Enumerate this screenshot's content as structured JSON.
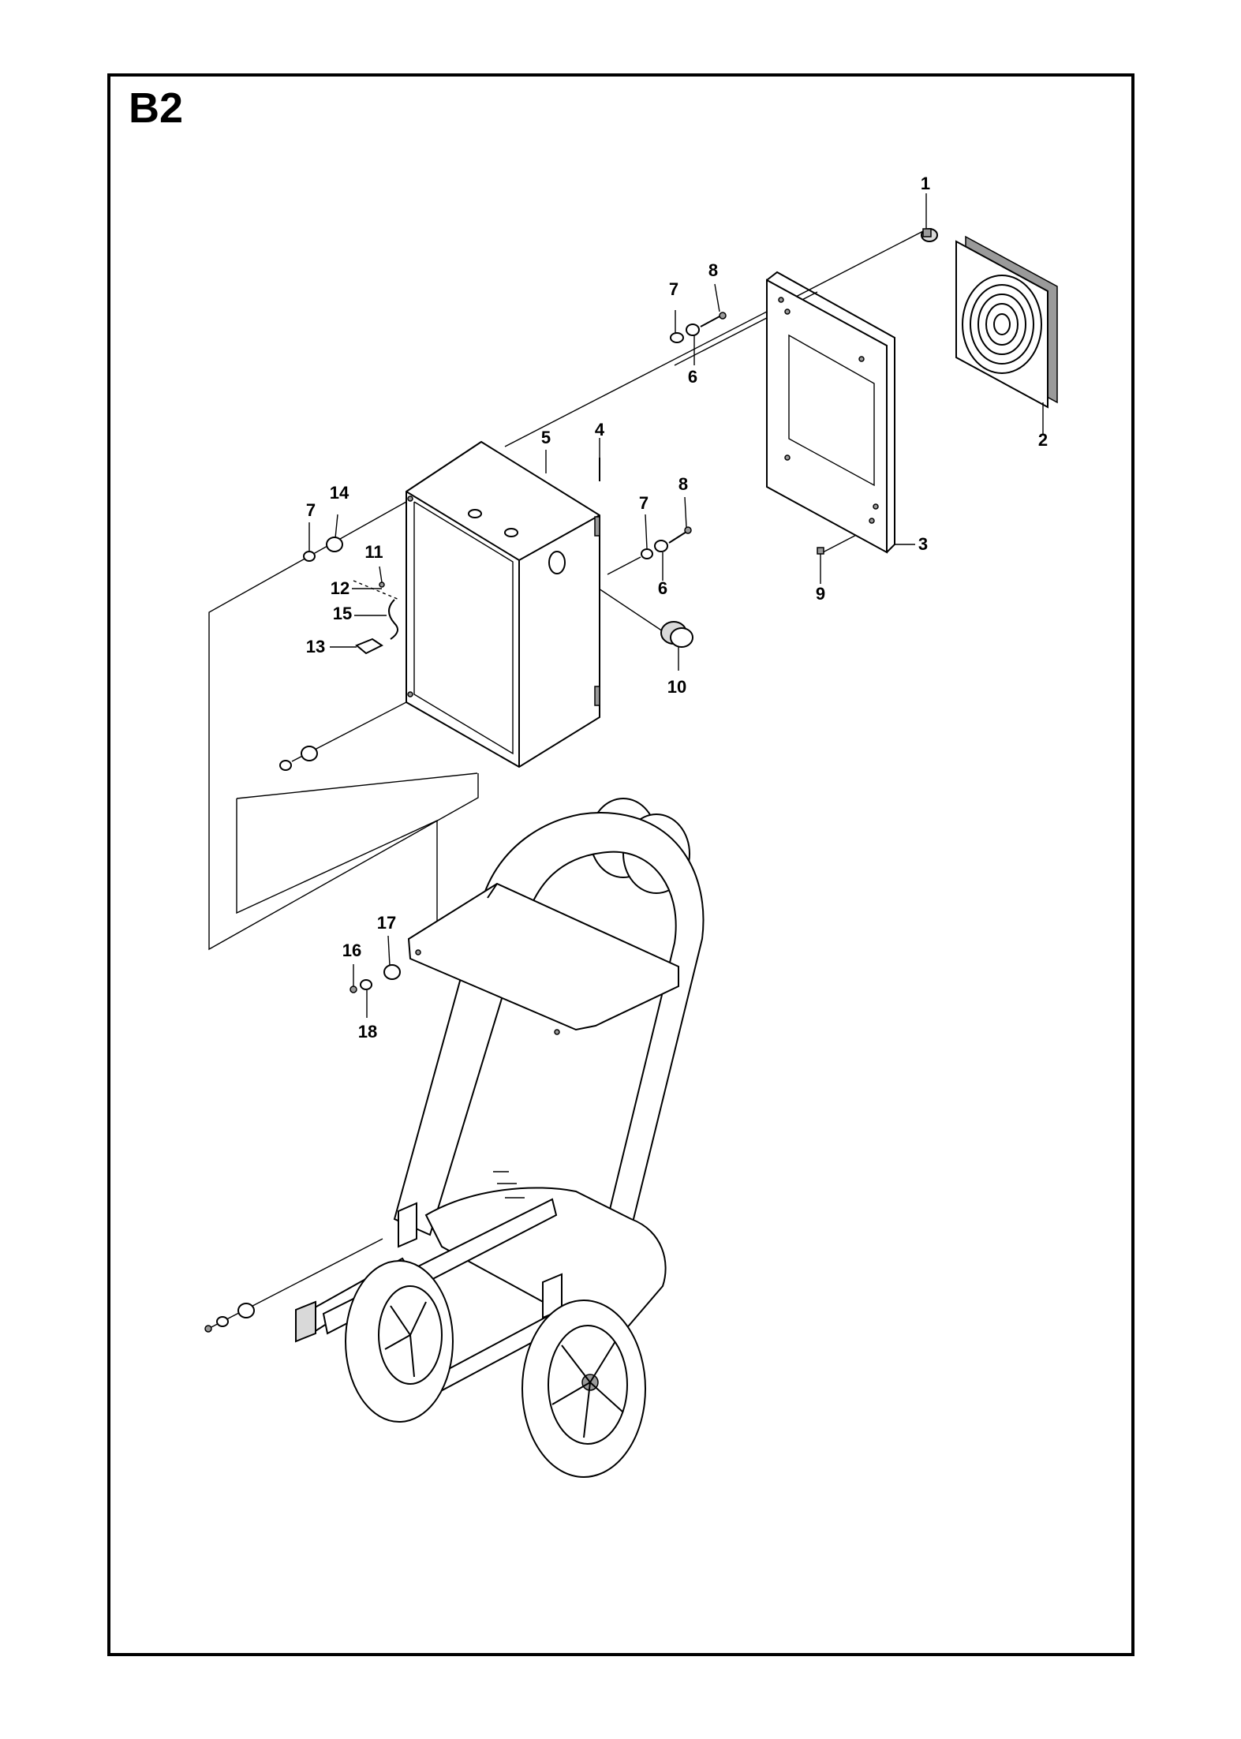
{
  "section": {
    "title": "B2"
  },
  "callouts": [
    {
      "id": "c1",
      "label": "1"
    },
    {
      "id": "c2",
      "label": "2"
    },
    {
      "id": "c3",
      "label": "3"
    },
    {
      "id": "c4",
      "label": "4"
    },
    {
      "id": "c5",
      "label": "5"
    },
    {
      "id": "c6a",
      "label": "6"
    },
    {
      "id": "c6b",
      "label": "6"
    },
    {
      "id": "c7a",
      "label": "7"
    },
    {
      "id": "c7b",
      "label": "7"
    },
    {
      "id": "c7c",
      "label": "7"
    },
    {
      "id": "c8a",
      "label": "8"
    },
    {
      "id": "c8b",
      "label": "8"
    },
    {
      "id": "c9",
      "label": "9"
    },
    {
      "id": "c10",
      "label": "10"
    },
    {
      "id": "c11",
      "label": "11"
    },
    {
      "id": "c12",
      "label": "12"
    },
    {
      "id": "c13",
      "label": "13"
    },
    {
      "id": "c14",
      "label": "14"
    },
    {
      "id": "c15",
      "label": "15"
    },
    {
      "id": "c16",
      "label": "16"
    },
    {
      "id": "c17",
      "label": "17"
    },
    {
      "id": "c18",
      "label": "18"
    }
  ]
}
